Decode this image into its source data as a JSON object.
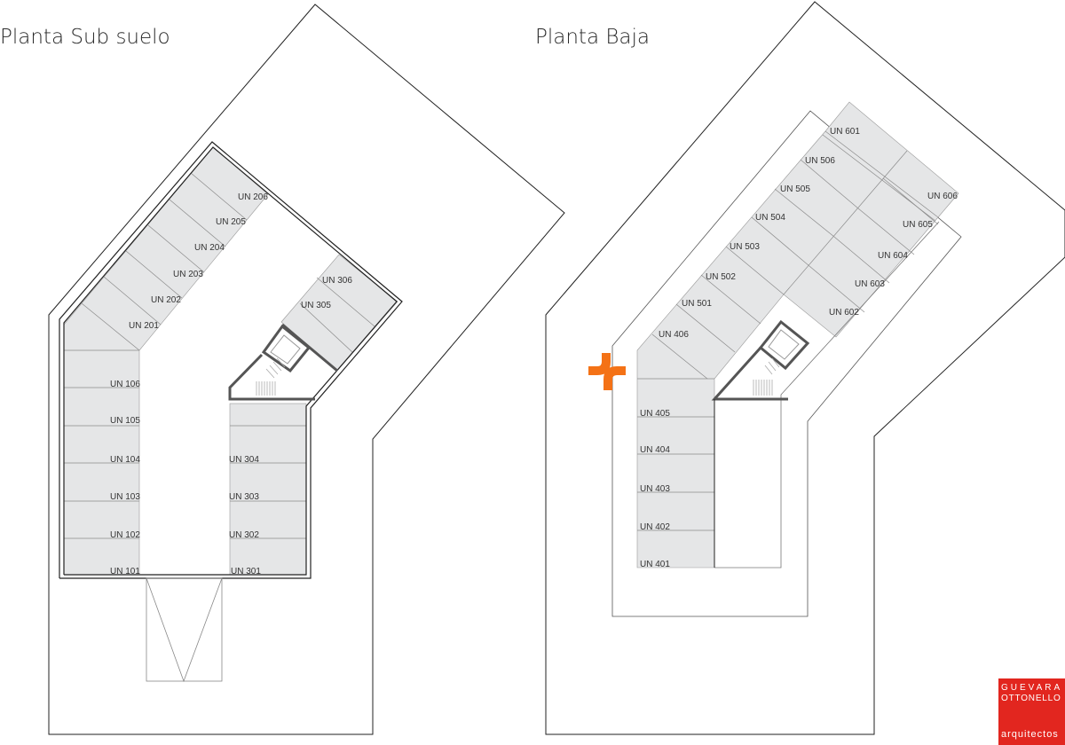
{
  "left_plan": {
    "title": "Planta Sub suelo",
    "units": [
      "UN 206",
      "UN 205",
      "UN 204",
      "UN 203",
      "UN 202",
      "UN 201",
      "UN 306",
      "UN 305",
      "UN 106",
      "UN 105",
      "UN 104",
      "UN 103",
      "UN 102",
      "UN 101",
      "UN 304",
      "UN 303",
      "UN 302",
      "UN 301"
    ]
  },
  "right_plan": {
    "title": "Planta Baja",
    "units": [
      "UN 601",
      "UN 506",
      "UN 505",
      "UN 504",
      "UN 503",
      "UN 502",
      "UN 501",
      "UN 406",
      "UN 606",
      "UN 605",
      "UN 604",
      "UN 603",
      "UN 602",
      "UN 405",
      "UN 404",
      "UN 403",
      "UN 402",
      "UN 401"
    ]
  },
  "logo": {
    "line1": "GUEVARA",
    "line2": "OTTONELLO",
    "line3": "arquitectos"
  },
  "colors": {
    "logo_red": "#e2261f",
    "north_mark_orange": "#f47216",
    "unit_fill": "#e5e6e7"
  }
}
